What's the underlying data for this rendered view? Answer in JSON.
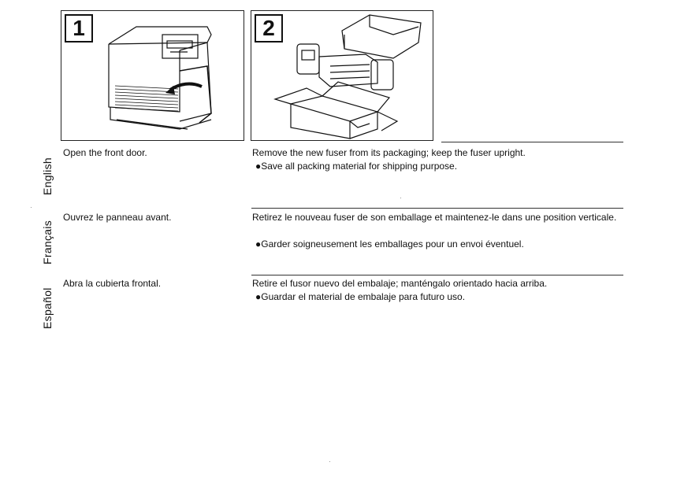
{
  "steps": [
    {
      "number": "1"
    },
    {
      "number": "2"
    }
  ],
  "sections": [
    {
      "language": "English",
      "step1_text": "Open the front door.",
      "step2_text": "Remove the new fuser from its packaging; keep the fuser upright.",
      "step2_note": "●Save all packing material for shipping purpose."
    },
    {
      "language": "Français",
      "step1_text": "Ouvrez le panneau avant.",
      "step2_text": "Retirez le nouveau fuser de son emballage et maintenez-le dans une position verticale.",
      "step2_note": "●Garder soigneusement les emballages pour un envoi éventuel."
    },
    {
      "language": "Español",
      "step1_text": "Abra la cubierta frontal.",
      "step2_text": "Retire el fusor nuevo del embalaje; manténgalo orientado hacia arriba.",
      "step2_note": "●Guardar el material de embalaje para futuro uso."
    }
  ],
  "icons": [
    "printer-front-door-illustration",
    "fuser-unpacking-illustration",
    "open-door-arrow-icon"
  ]
}
